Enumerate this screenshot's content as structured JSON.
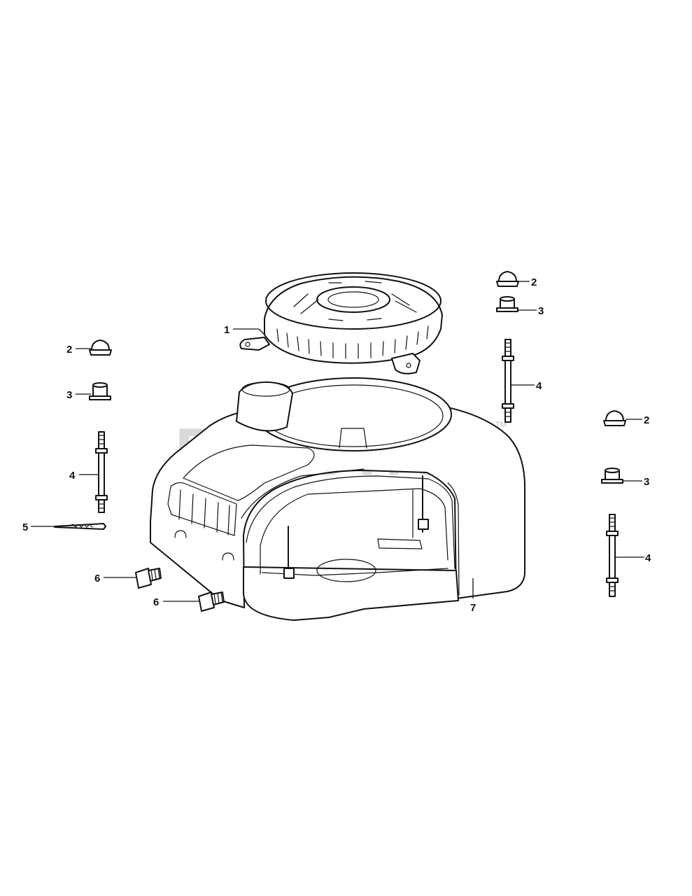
{
  "watermark": {
    "text": "PartsTree",
    "tm": "TM"
  },
  "callouts": [
    {
      "id": "c1",
      "label": "1"
    },
    {
      "id": "c2a",
      "label": "2"
    },
    {
      "id": "c2b",
      "label": "2"
    },
    {
      "id": "c2c",
      "label": "2"
    },
    {
      "id": "c3a",
      "label": "3"
    },
    {
      "id": "c3b",
      "label": "3"
    },
    {
      "id": "c3c",
      "label": "3"
    },
    {
      "id": "c4a",
      "label": "4"
    },
    {
      "id": "c4b",
      "label": "4"
    },
    {
      "id": "c4c",
      "label": "4"
    },
    {
      "id": "c5",
      "label": "5"
    },
    {
      "id": "c6a",
      "label": "6"
    },
    {
      "id": "c6b",
      "label": "6"
    },
    {
      "id": "c7",
      "label": "7"
    }
  ]
}
